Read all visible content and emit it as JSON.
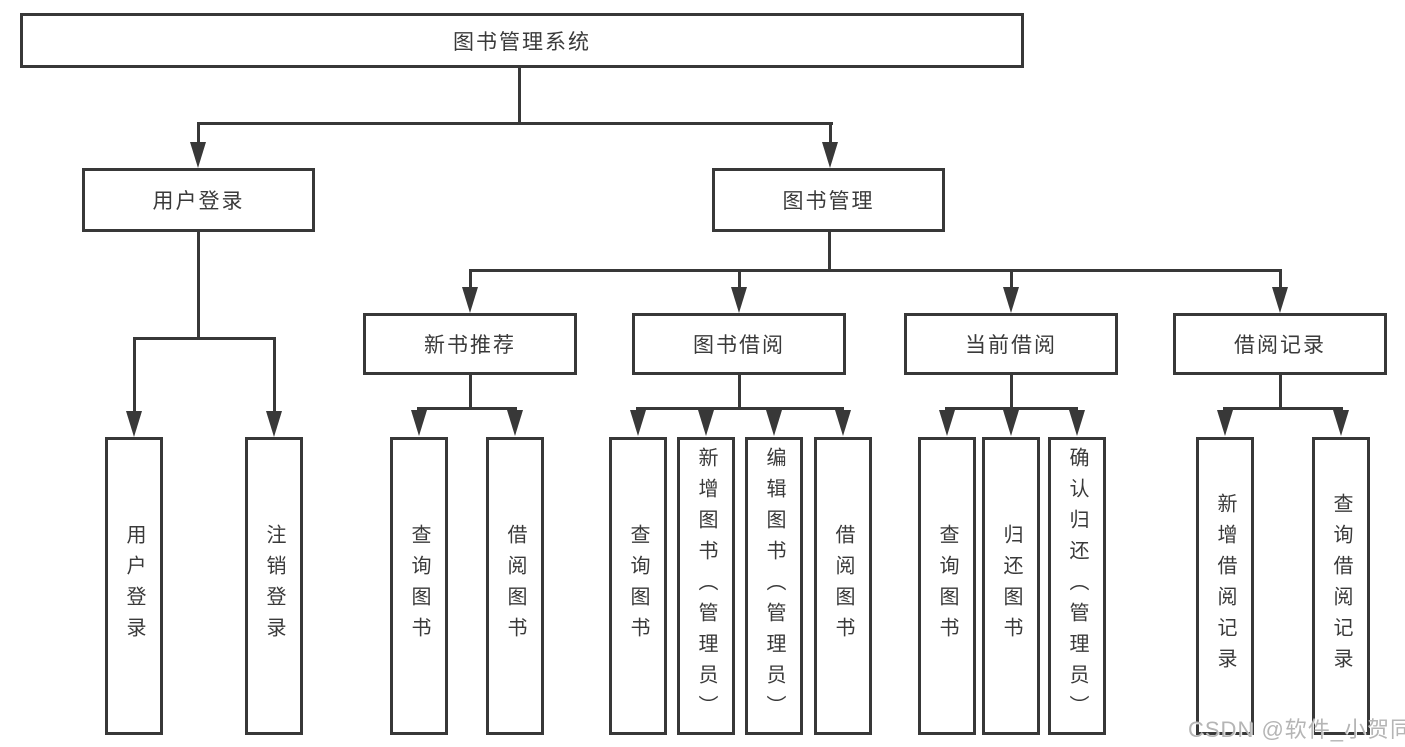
{
  "tree": {
    "root": "图书管理系统",
    "l2": [
      "用户登录",
      "图书管理"
    ],
    "l3": [
      "新书推荐",
      "图书借阅",
      "当前借阅",
      "借阅记录"
    ],
    "leaves": {
      "user_login": [
        "用户登录",
        "注销登录"
      ],
      "new_book": [
        "查询图书",
        "借阅图书"
      ],
      "book_borrow": [
        "查询图书",
        "新增图书（管理员）",
        "编辑图书（管理员）",
        "借阅图书"
      ],
      "current_borrow": [
        "查询图书",
        "归还图书",
        "确认归还（管理员）"
      ],
      "borrow_record": [
        "新增借阅记录",
        "查询借阅记录"
      ]
    }
  },
  "watermark": "CSDN @软件_小贺同学",
  "colors": {
    "line": "#383838",
    "text": "#3a3a3a",
    "watermark": "#b5b5b5",
    "background": "#ffffff"
  }
}
